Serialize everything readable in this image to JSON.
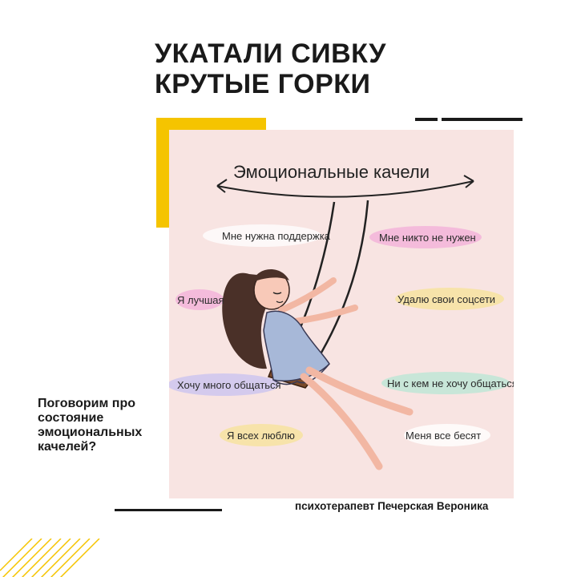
{
  "header": {
    "line1": "УКАТАЛИ СИВКУ",
    "line2": "КРУТЫЕ ГОРКИ"
  },
  "illustration": {
    "title": "Эмоциональные качели",
    "labels": {
      "support": "Мне нужна поддержка",
      "nobody_needs": "Мне никто не нужен",
      "best": "Я лучшая",
      "delete_social": "Удалю свои соцсети",
      "want_talk": "Хочу много общаться",
      "no_talk": "Ни с кем не хочу общаться",
      "love_all": "Я всех люблю",
      "annoyed": "Меня все бесят"
    }
  },
  "side": {
    "line1": "Поговорим про",
    "line2": "состояние",
    "line3": "эмоциональных",
    "line4": "качелей?"
  },
  "footer": {
    "author": "психотерапевт Печерская Вероника"
  },
  "colors": {
    "accent_yellow": "#f5c400",
    "card_background": "#f8e4e2",
    "text_dark": "#1a1a1a"
  }
}
